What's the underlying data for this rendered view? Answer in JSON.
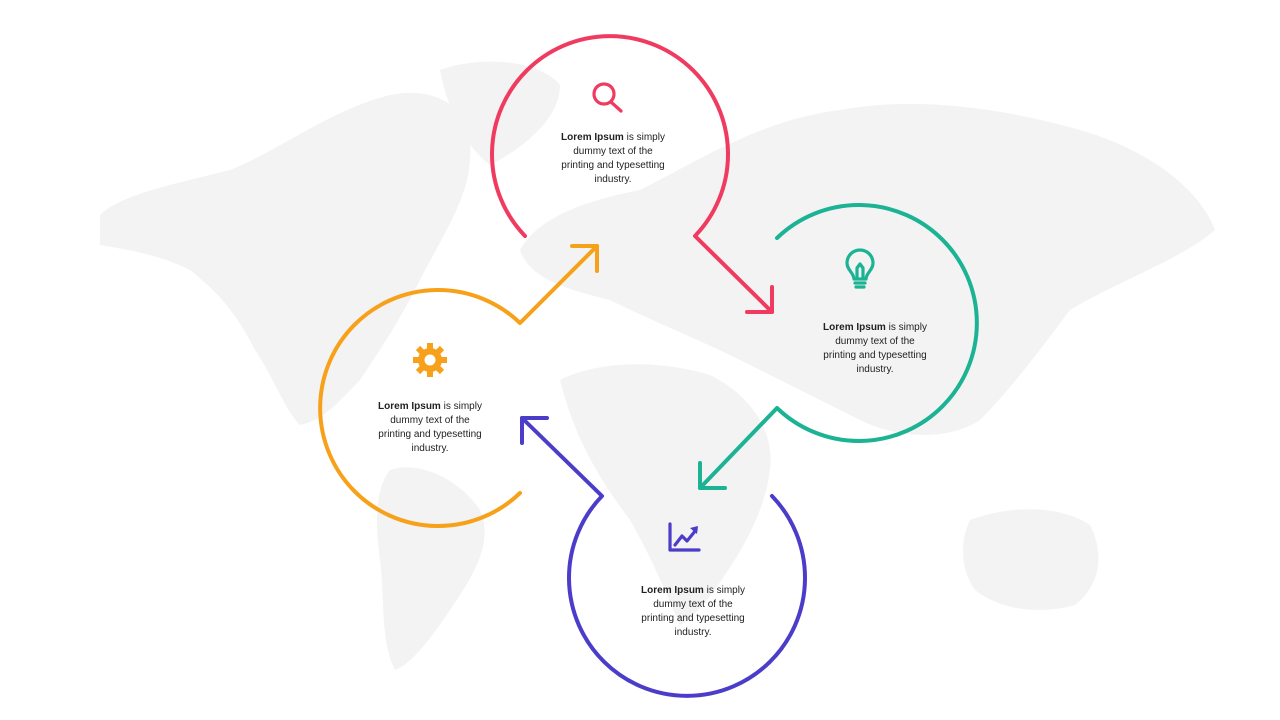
{
  "colors": {
    "red": "#f03a5f",
    "green": "#1bb394",
    "orange": "#f7a11a",
    "purple": "#4b3cc9",
    "map": "#f3f3f3"
  },
  "steps": [
    {
      "id": "red",
      "icon": "search-icon",
      "title": "Lorem Ipsum",
      "lines": [
        "is simply",
        "dummy text of the",
        "printing and typesetting",
        "industry."
      ]
    },
    {
      "id": "green",
      "icon": "lightbulb-icon",
      "title": "Lorem Ipsum",
      "lines": [
        "is simply",
        "dummy text of the",
        "printing and typesetting",
        "industry."
      ]
    },
    {
      "id": "orange",
      "icon": "gear-icon",
      "title": "Lorem Ipsum",
      "lines": [
        "is simply",
        "dummy text of the",
        "printing and typesetting",
        "industry."
      ]
    },
    {
      "id": "purple",
      "icon": "growth-chart-icon",
      "title": "Lorem Ipsum",
      "lines": [
        "is simply",
        "dummy text of the",
        "printing and typesetting",
        "industry."
      ]
    }
  ]
}
